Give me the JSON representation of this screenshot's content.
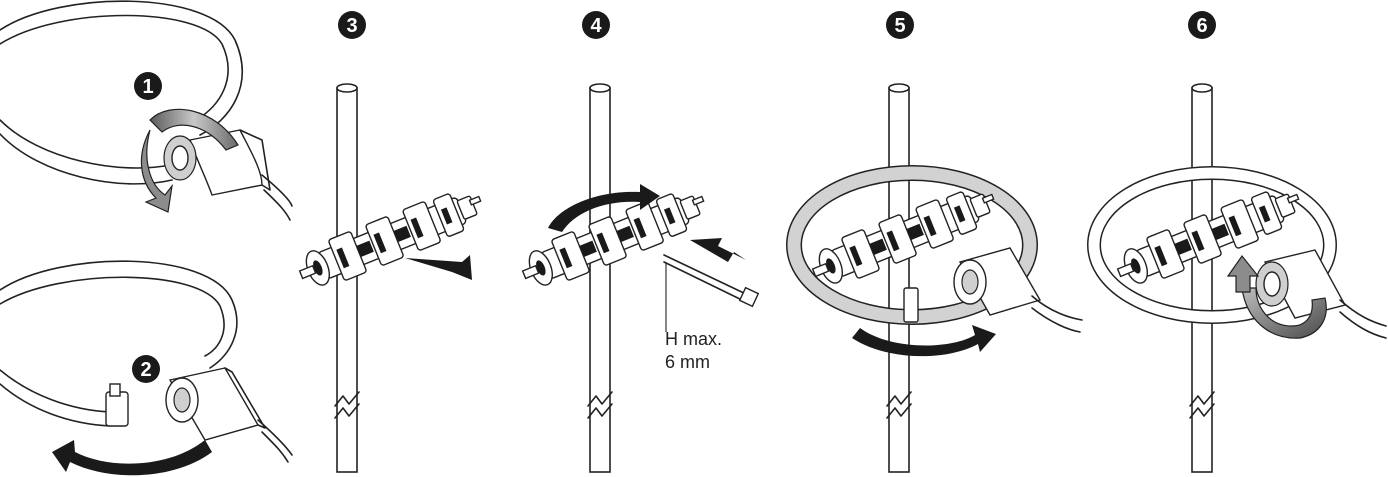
{
  "steps": [
    {
      "number": "1"
    },
    {
      "number": "2"
    },
    {
      "number": "3"
    },
    {
      "number": "4"
    },
    {
      "number": "5"
    },
    {
      "number": "6"
    }
  ],
  "annotation": {
    "line1": "H max.",
    "line2": "6 mm"
  },
  "colors": {
    "ink": "#1a1a1a",
    "coil_grey": "#cfcfcf",
    "arrow_grey": "#8c8c8c",
    "background": "#ffffff"
  }
}
